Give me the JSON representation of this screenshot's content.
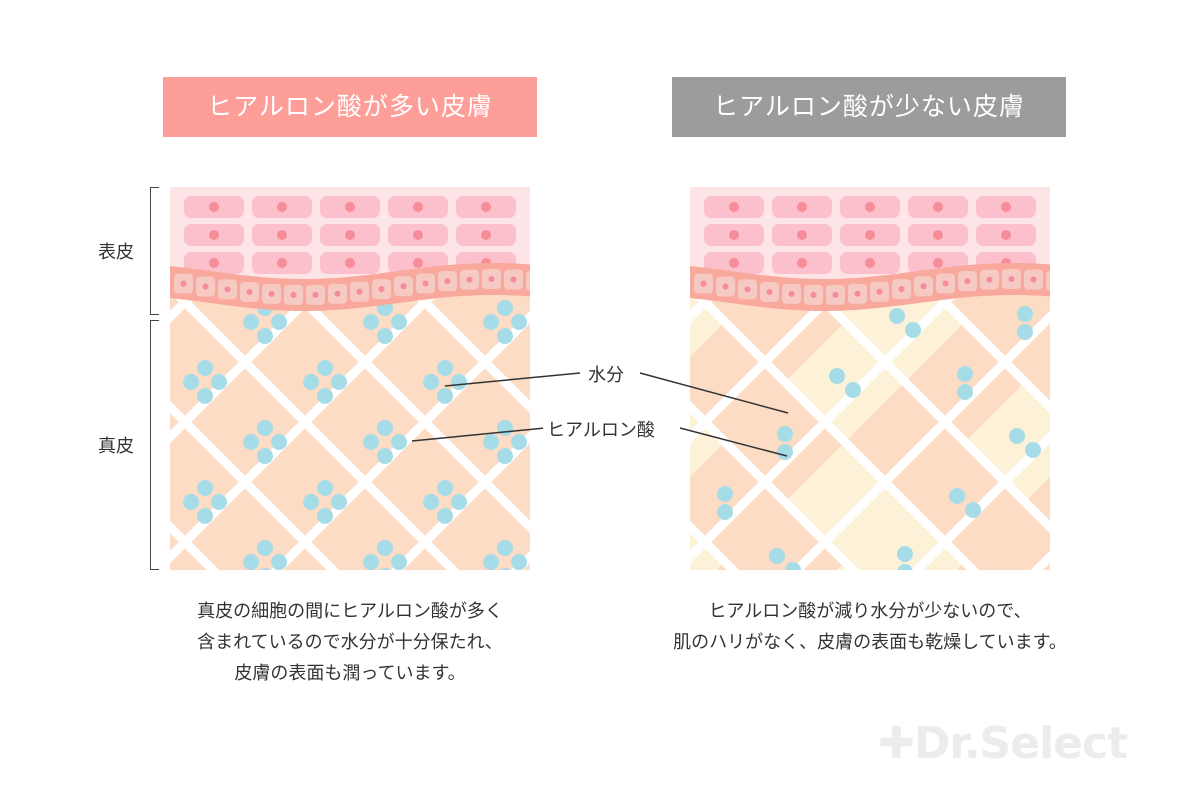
{
  "left": {
    "title": "ヒアルロン酸が多い皮膚",
    "title_color": "#fd9e98",
    "caption": [
      "真皮の細胞の間にヒアルロン酸が多く",
      "含まれているので水分が十分保たれ、",
      "皮膚の表面も潤っています。"
    ]
  },
  "right": {
    "title": "ヒアルロン酸が少ない皮膚",
    "title_color": "#9c9c9c",
    "caption": [
      "ヒアルロン酸が減り水分が少ないので、",
      "肌のハリがなく、皮膚の表面も乾燥しています。"
    ]
  },
  "layers": {
    "epidermis": "表皮",
    "dermis": "真皮"
  },
  "labels": {
    "water": "水分",
    "hyaluronic": "ヒアルロン酸"
  },
  "logo": "Dr.Select",
  "colors": {
    "epi_bg": "#fde4e6",
    "cell": "#fbc0cb",
    "nucleus": "#f58c98",
    "band": "#f9a89c",
    "band_cell": "#f6c9c3",
    "dermis": "#fcdcc4",
    "dry": "#fdf1d8",
    "water": "#a6dce8"
  }
}
